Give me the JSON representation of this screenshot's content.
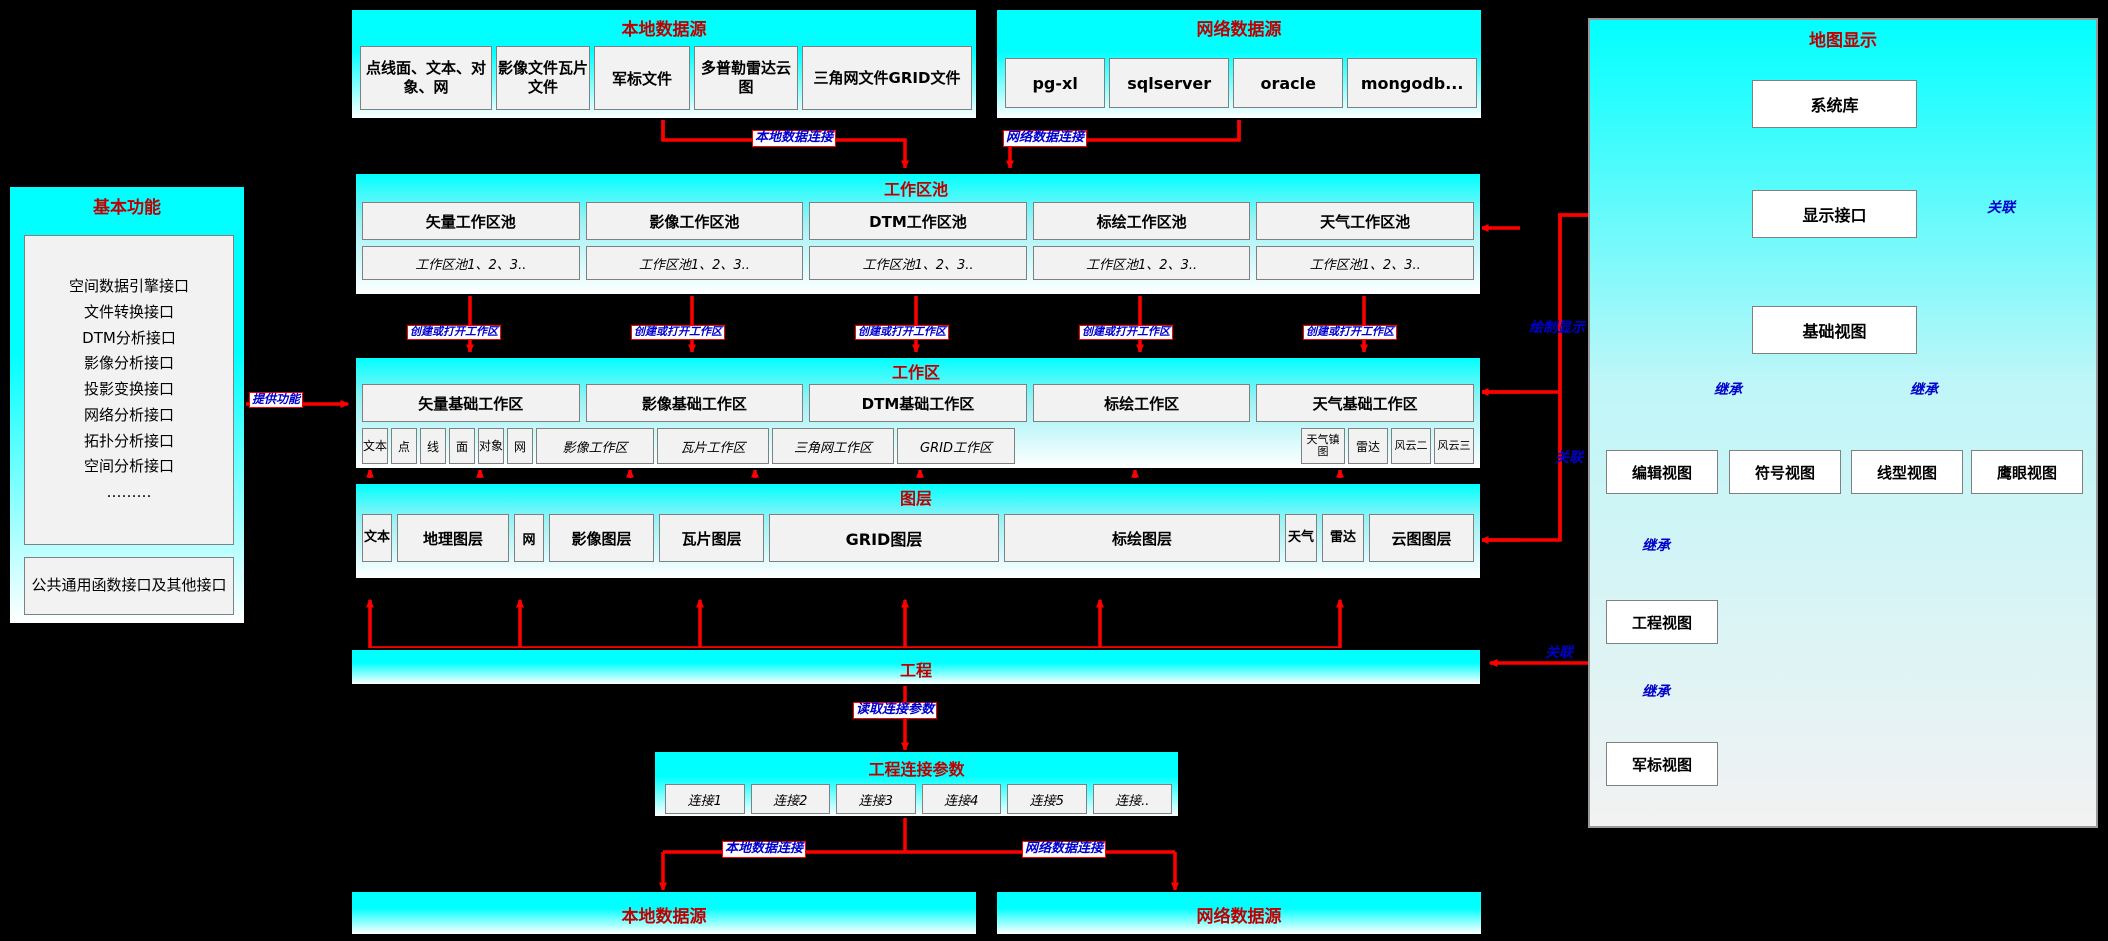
{
  "local_source_top": {
    "title": "本地数据源",
    "items": [
      "点线面、文本、对象、网",
      "影像文件瓦片文件",
      "军标文件",
      "多普勒雷达云图",
      "三角网文件GRID文件"
    ]
  },
  "net_source_top": {
    "title": "网络数据源",
    "items": [
      "pg-xl",
      "sqlserver",
      "oracle",
      "mongodb..."
    ]
  },
  "map_display": {
    "title": "地图显示",
    "nodes": {
      "system_lib": "系统库",
      "display_interface": "显示接口",
      "base_view": "基础视图",
      "edit_view": "编辑视图",
      "symbol_view": "符号视图",
      "line_view": "线型视图",
      "eagle_view": "鹰眼视图",
      "project_view": "工程视图",
      "military_view": "军标视图"
    },
    "edge_labels": {
      "relate1": "关联",
      "inherit1": "继承",
      "inherit2": "继承",
      "inherit3": "继承",
      "inherit4": "继承"
    }
  },
  "basic_function": {
    "title": "基本功能",
    "interfaces": [
      "空间数据引擎接口",
      "文件转换接口",
      "DTM分析接口",
      "影像分析接口",
      "投影变换接口",
      "网络分析接口",
      "拓扑分析接口",
      "空间分析接口",
      "………"
    ],
    "bottom_box": "公共通用函数接口及其他接口",
    "edge_label": "提供功能"
  },
  "workspace_pool": {
    "title": "工作区池",
    "columns": [
      "矢量工作区池",
      "影像工作区池",
      "DTM工作区池",
      "标绘工作区池",
      "天气工作区池"
    ],
    "subitems": [
      "工作区池1、2、3..",
      "工作区池1、2、3..",
      "工作区池1、2、3..",
      "工作区池1、2、3..",
      "工作区池1、2、3.."
    ]
  },
  "workspace": {
    "title": "工作区",
    "columns": [
      "矢量基础工作区",
      "影像基础工作区",
      "DTM基础工作区",
      "标绘工作区",
      "天气基础工作区"
    ],
    "small_cells_left": [
      "文本",
      "点",
      "线",
      "面",
      "对象",
      "网"
    ],
    "mid_cells": [
      "影像工作区",
      "瓦片工作区",
      "三角网工作区",
      "GRID工作区"
    ],
    "right_cells": [
      "天气镇图",
      "雷达",
      "风云二",
      "风云三"
    ],
    "edge_labels": [
      "创建或打开工作区",
      "创建或打开工作区",
      "创建或打开工作区",
      "创建或打开工作区",
      "创建或打开工作区"
    ]
  },
  "layers": {
    "title": "图层",
    "cells": [
      "文本",
      "地理图层",
      "网",
      "影像图层",
      "瓦片图层",
      "GRID图层",
      "标绘图层",
      "天气",
      "雷达",
      "云图图层"
    ]
  },
  "project": {
    "title": "工程",
    "edge_label_read": "读取连接参数",
    "edge_label_relate": "关联"
  },
  "project_conn": {
    "title": "工程连接参数",
    "items": [
      "连接1",
      "连接2",
      "连接3",
      "连接4",
      "连接5",
      "连接.."
    ]
  },
  "bottom_local": {
    "title": "本地数据源"
  },
  "bottom_net": {
    "title": "网络数据源"
  },
  "edge_labels": {
    "local_conn_top": "本地数据连接",
    "net_conn_top": "网络数据连接",
    "local_conn_bottom": "本地数据连接",
    "net_conn_bottom": "网络数据连接",
    "draw_display": "绘制显示",
    "relate_ws": "关联"
  },
  "colors": {
    "arrow": "#ff0000",
    "title": "#c00000",
    "label_text": "#0000cc",
    "panel_cyan": "#00ffff"
  }
}
